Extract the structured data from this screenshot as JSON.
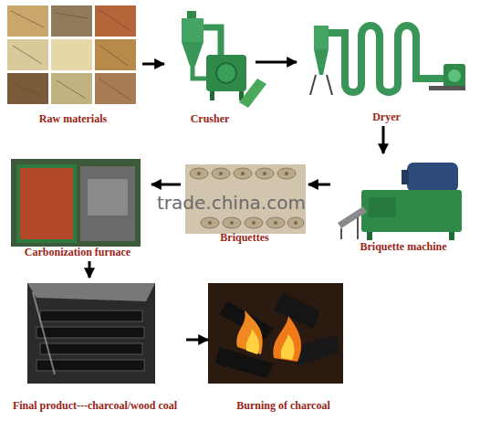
{
  "diagram": {
    "nodes": [
      {
        "text": [
          "Raw materials"
        ]
      },
      {
        "text": [
          "Crusher"
        ]
      },
      {
        "text": [
          "Dryer"
        ]
      },
      {
        "text": [
          "Briquette machine"
        ]
      },
      {
        "text": [
          "Briquettes"
        ]
      },
      {
        "text": [
          "Carbonization furnace"
        ]
      },
      {
        "text": [
          "Final product---charcoal/wood coal"
        ]
      },
      {
        "text": [
          "Burning of charcoal"
        ]
      }
    ],
    "edges": [
      {
        "from": 0,
        "to": 1,
        "arrow": "to"
      },
      {
        "from": 1,
        "to": 2,
        "arrow": "to"
      },
      {
        "from": 2,
        "to": 3,
        "arrow": "to"
      },
      {
        "from": 3,
        "to": 4,
        "arrow": "to"
      },
      {
        "from": 4,
        "to": 5,
        "arrow": "to"
      },
      {
        "from": 5,
        "to": 6,
        "arrow": "to"
      },
      {
        "from": 6,
        "to": 7,
        "arrow": "to"
      }
    ],
    "labels": [
      "trade.china.com"
    ]
  }
}
